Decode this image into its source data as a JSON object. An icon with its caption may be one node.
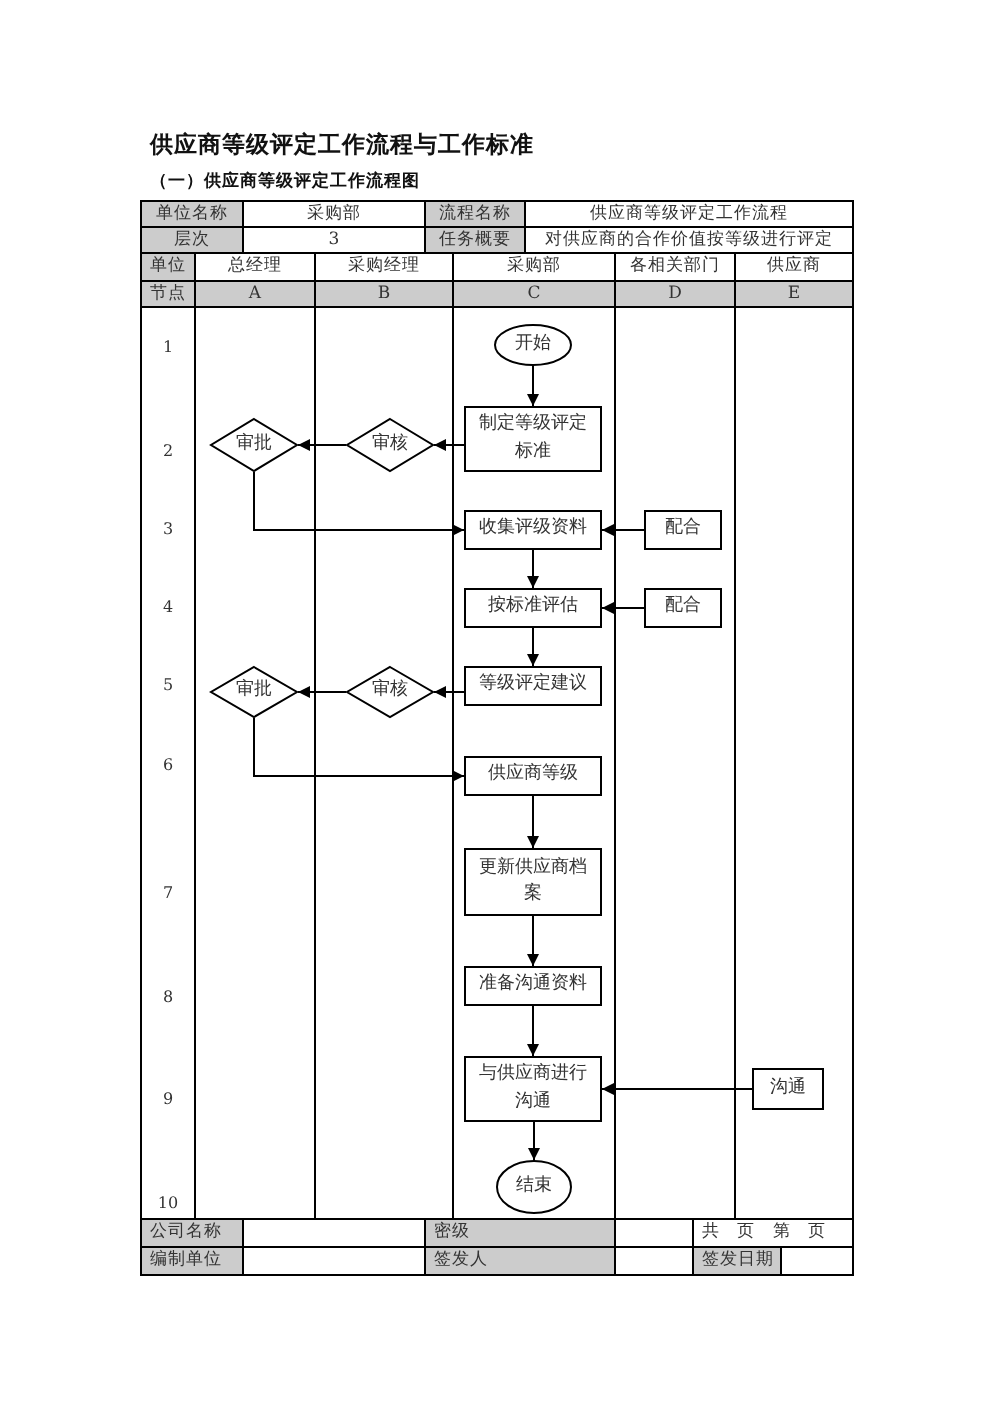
{
  "diagram": {
    "title": "供应商等级评定工作流程与工作标准",
    "nodes": [
      {
        "text": [
          "开始"
        ]
      },
      {
        "text": [
          "审批"
        ]
      },
      {
        "text": [
          "审核"
        ]
      },
      {
        "text": [
          "制定等级评定标准"
        ]
      },
      {
        "text": [
          "收集评级资料"
        ]
      },
      {
        "text": [
          "配合"
        ]
      },
      {
        "text": [
          "按标准评估"
        ]
      },
      {
        "text": [
          "配合"
        ]
      },
      {
        "text": [
          "审批"
        ]
      },
      {
        "text": [
          "审核"
        ]
      },
      {
        "text": [
          "等级评定建议"
        ]
      },
      {
        "text": [
          "供应商等级"
        ]
      },
      {
        "text": [
          "更新供应商档案"
        ]
      },
      {
        "text": [
          "准备沟通资料"
        ]
      },
      {
        "text": [
          "与供应商进行沟通"
        ]
      },
      {
        "text": [
          "沟通"
        ]
      },
      {
        "text": [
          "结束"
        ]
      }
    ],
    "edges": [
      {
        "from": 0,
        "to": 3,
        "arrow": "to"
      },
      {
        "from": 3,
        "to": 2,
        "arrow": "to"
      },
      {
        "from": 2,
        "to": 1,
        "arrow": "to"
      },
      {
        "from": 1,
        "to": 4,
        "arrow": "to"
      },
      {
        "from": 5,
        "to": 4,
        "arrow": "to"
      },
      {
        "from": 4,
        "to": 6,
        "arrow": "to"
      },
      {
        "from": 7,
        "to": 6,
        "arrow": "to"
      },
      {
        "from": 6,
        "to": 10,
        "arrow": "to"
      },
      {
        "from": 10,
        "to": 9,
        "arrow": "to"
      },
      {
        "from": 9,
        "to": 8,
        "arrow": "to"
      },
      {
        "from": 8,
        "to": 11,
        "arrow": "to"
      },
      {
        "from": 11,
        "to": 12,
        "arrow": "to"
      },
      {
        "from": 12,
        "to": 13,
        "arrow": "to"
      },
      {
        "from": 13,
        "to": 14,
        "arrow": "to"
      },
      {
        "from": 15,
        "to": 14,
        "arrow": "to"
      },
      {
        "from": 14,
        "to": 16,
        "arrow": "to"
      }
    ],
    "labels": [
      "（一）供应商等级评定工作流程图",
      "单位名称",
      "采购部",
      "流程名称",
      "供应商等级评定工作流程",
      "层次",
      "3",
      "任务概要",
      "对供应商的合作价值按等级进行评定",
      "单位",
      "总经理",
      "采购经理",
      "采购部",
      "各相关部门",
      "供应商",
      "节点",
      "A",
      "B",
      "C",
      "D",
      "E",
      "1",
      "2",
      "3",
      "4",
      "5",
      "6",
      "7",
      "8",
      "9",
      "10",
      "公司名称",
      "密级",
      "共 页 第 页",
      "编制单位",
      "签发人",
      "签发日期"
    ]
  }
}
